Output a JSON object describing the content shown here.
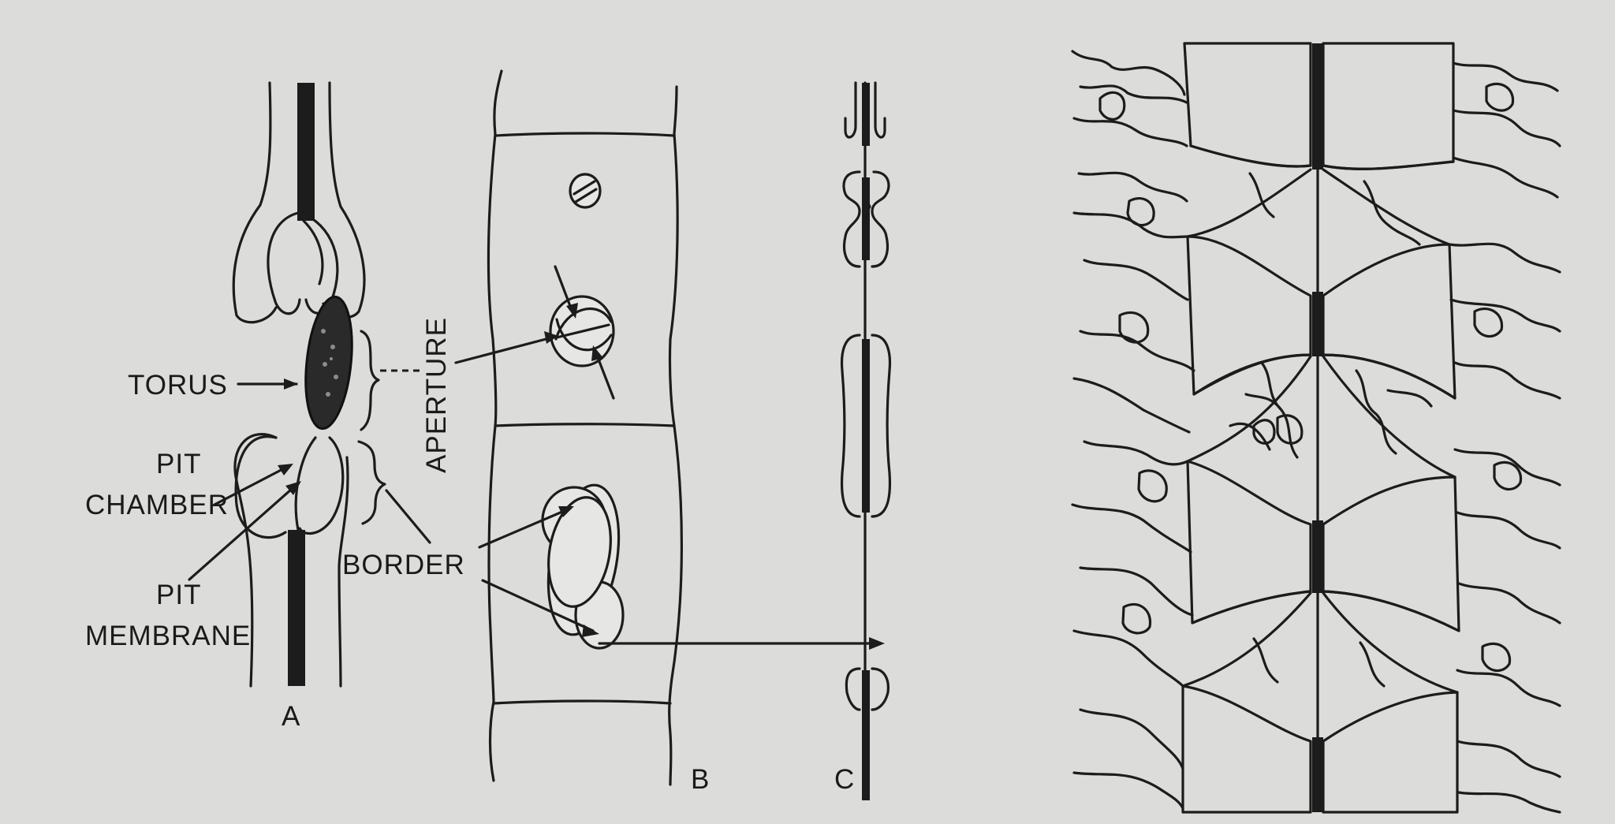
{
  "panel_a": {
    "labels": {
      "torus": "TORUS",
      "pit_chamber_line1": "PIT",
      "pit_chamber_line2": "CHAMBER",
      "pit_membrane_line1": "PIT",
      "pit_membrane_line2": "MEMBRANE",
      "border": "BORDER",
      "panel_letter": "A"
    }
  },
  "panel_b": {
    "labels": {
      "aperture": "APERTURE",
      "panel_letter": "B"
    }
  },
  "panel_c": {
    "labels": {
      "panel_letter": "C"
    }
  },
  "colors": {
    "ink": "#1c1c1c",
    "paper": "#dcdcda",
    "hatch_fill": "#e6e6e4"
  }
}
